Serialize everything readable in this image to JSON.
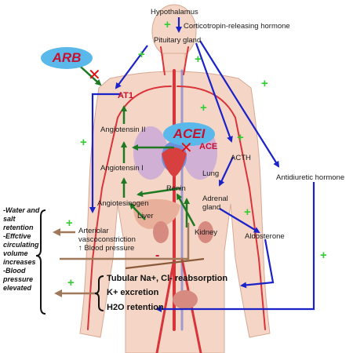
{
  "labels": {
    "hypothalamus": "Hypothalamus",
    "crh": "Corticotropin-releasing hormone",
    "pituitary": "Pituitary gland",
    "at1": "AT1",
    "angiotensin2": "Angiotensin  II",
    "angiotensin1": "Angiotensin  I",
    "angiotensinogen": "Angiotesinogen",
    "ace": "ACE",
    "lung": "Lung",
    "renin": "Renin",
    "liver": "Liver",
    "kidney": "Kidney",
    "adrenal": "Adrenal\ngland",
    "acth": "ACTH",
    "adh": "Antidiuretic hormone",
    "aldosterone": "Aldosterone",
    "arteriolar": "Arteriolar\nvascoconstriction\n↑ Blood pressure",
    "tubular": "Tubular Na+, Cl- reabsorption",
    "kexcretion": "K+ excretion",
    "h2o": "H2O retention",
    "effects": "-Water and\nsalt\nretention\n-Effctive\ncirculating\nvolume\nincreases\n-Blood\npressure\nelevated"
  },
  "drugs": {
    "arb": "ARB",
    "acei": "ACEI"
  },
  "signs": {
    "plus": "+",
    "minus": "-",
    "block": "✕"
  },
  "colors": {
    "pathway_arrow": "#1a22c8",
    "conversion_arrow": "#1e7a22",
    "feedback_arrow": "#a0785a",
    "drug_oval": "#5ab9ea",
    "drug_text": "#c8102e",
    "stimulate": "#33cc33",
    "body_skin": "#f5d6c6"
  }
}
